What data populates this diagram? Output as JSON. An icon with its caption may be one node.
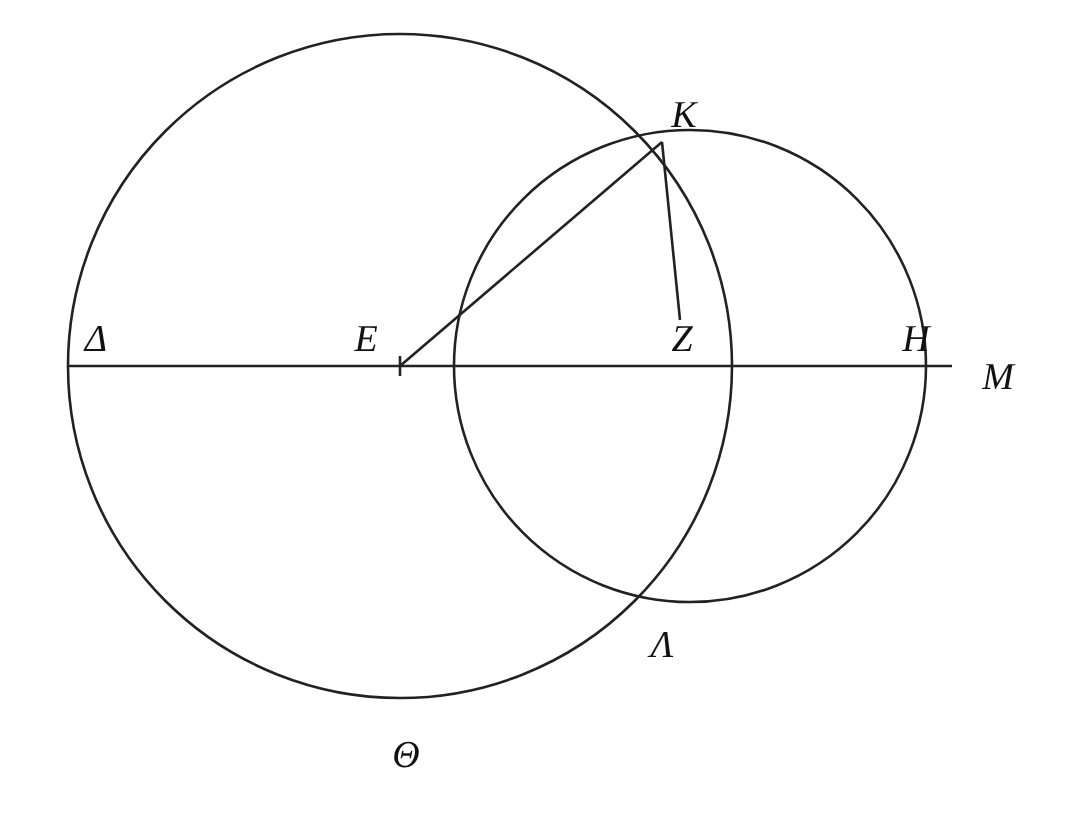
{
  "diagram": {
    "labels": [
      "K",
      "Δ",
      "E",
      "Z",
      "H",
      "M",
      "Λ",
      "Θ"
    ]
  }
}
